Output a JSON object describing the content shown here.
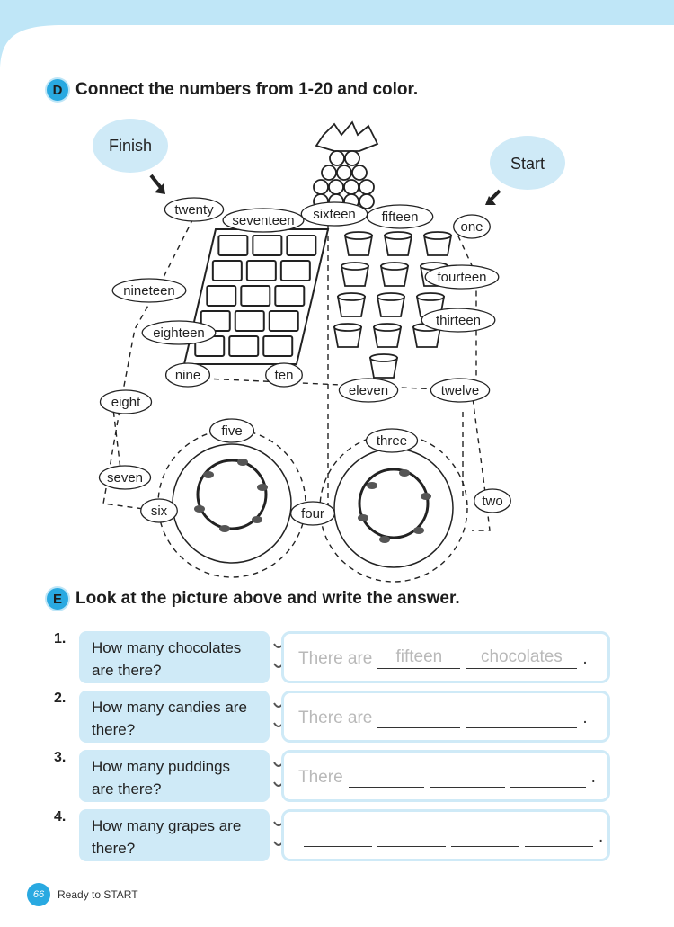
{
  "colors": {
    "accent": "#29a9e1",
    "panel": "#cfeaf7"
  },
  "section_d": {
    "letter": "D",
    "title": "Connect the numbers from 1-20 and color."
  },
  "maze": {
    "finish": "Finish",
    "start": "Start",
    "numbers": [
      "one",
      "two",
      "three",
      "four",
      "five",
      "six",
      "seven",
      "eight",
      "nine",
      "ten",
      "eleven",
      "twelve",
      "thirteen",
      "fourteen",
      "fifteen",
      "sixteen",
      "seventeen",
      "eighteen",
      "nineteen",
      "twenty"
    ]
  },
  "section_e": {
    "letter": "E",
    "title": "Look at the picture above and write the answer."
  },
  "questions": [
    {
      "num": "1.",
      "line1": "How many chocolates",
      "line2": "are there?",
      "prefix": "There are",
      "answers": [
        "fifteen",
        "chocolates"
      ]
    },
    {
      "num": "2.",
      "line1": "How many candies are",
      "line2": "there?",
      "prefix": "There are",
      "answers": [
        "",
        ""
      ]
    },
    {
      "num": "3.",
      "line1": "How many puddings",
      "line2": "are there?",
      "prefix": "There",
      "answers": [
        "",
        "",
        ""
      ]
    },
    {
      "num": "4.",
      "line1": "How many grapes are",
      "line2": "there?",
      "prefix": "",
      "answers": [
        "",
        "",
        "",
        ""
      ]
    }
  ],
  "footer": {
    "page": "66",
    "book": "Ready to START"
  }
}
